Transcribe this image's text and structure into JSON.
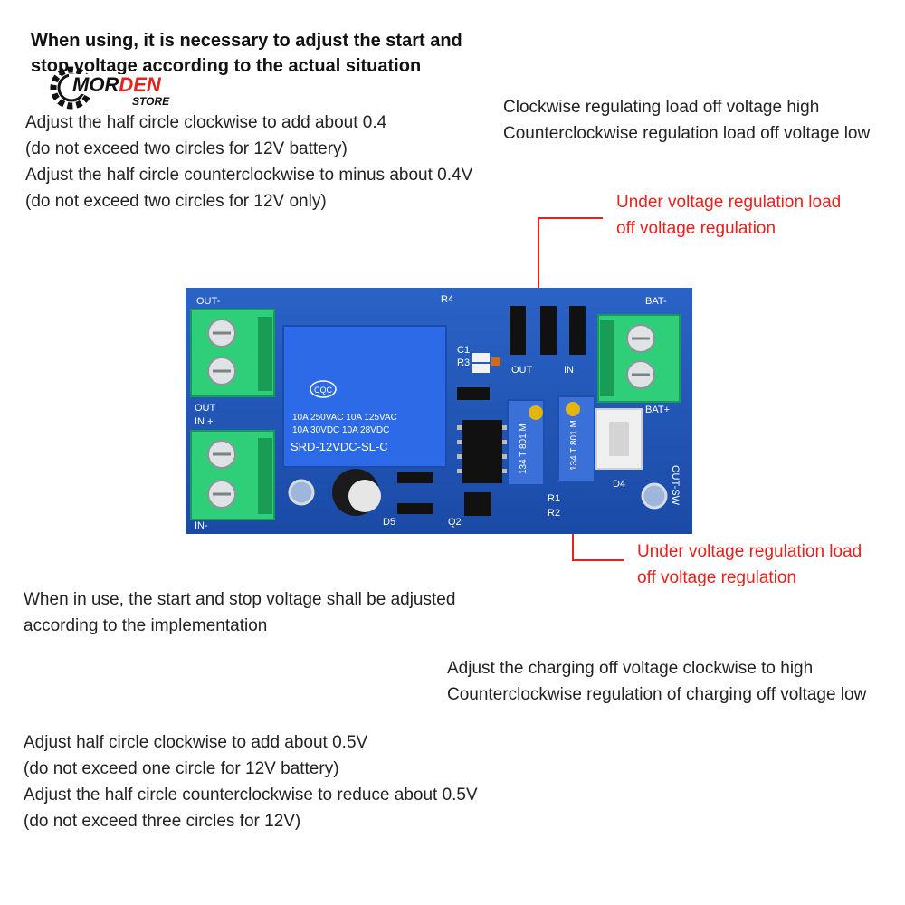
{
  "logo": {
    "name_a": "MOR",
    "name_b": "DEN",
    "sub": "STORE",
    "primary_color": "#111111",
    "accent_color": "#e8211d"
  },
  "heading": {
    "line1": "When using, it is necessary to adjust the start and",
    "line2": "stop voltage according to the actual situation"
  },
  "top_left_block": [
    "Adjust the half circle clockwise to add about 0.4",
    "(do not exceed two circles for 12V battery)",
    "Adjust the half circle counterclockwise to minus about 0.4V",
    " (do not exceed two circles for 12V only)"
  ],
  "top_right_block": [
    "Clockwise regulating load off voltage high",
    "Counterclockwise regulation load off voltage low"
  ],
  "callout_top": [
    "Under voltage regulation load",
    "off voltage regulation"
  ],
  "callout_bottom": [
    "Under voltage regulation load",
    "off voltage regulation"
  ],
  "middle_left_block": [
    "When in use, the start and stop voltage shall be adjusted",
    "according to the implementation"
  ],
  "middle_right_block": [
    "Adjust the charging off voltage clockwise to high",
    "Counterclockwise regulation of charging off voltage low"
  ],
  "bottom_left_block": [
    "Adjust half circle clockwise to add about 0.5V",
    "(do not exceed one circle for 12V battery)",
    "Adjust the half circle counterclockwise to reduce about 0.5V",
    "(do not exceed three circles for 12V)"
  ],
  "board": {
    "pcb_color": "#1f56b8",
    "terminal_color": "#2fcf7a",
    "labels": {
      "out_minus": "OUT-",
      "out_plus": "OUT",
      "in_plus": "IN +",
      "in_minus": "IN-",
      "bat_minus": "BAT-",
      "bat_plus": "BAT+",
      "out_sw": "OUT-SW",
      "r4": "R4",
      "r3": "R3",
      "c1": "C1",
      "out": "OUT",
      "in": "IN",
      "r1": "R1",
      "r2": "R2",
      "d4": "D4",
      "d5": "D5",
      "q2": "Q2"
    },
    "relay": {
      "brand": "CQC",
      "line1": "10A 250VAC  10A 125VAC",
      "line2": "10A  30VDC  10A 28VDC",
      "model": "SRD-12VDC-SL-C"
    },
    "pot_left": "134 T  801 M",
    "pot_right": "134 T  801 M"
  }
}
